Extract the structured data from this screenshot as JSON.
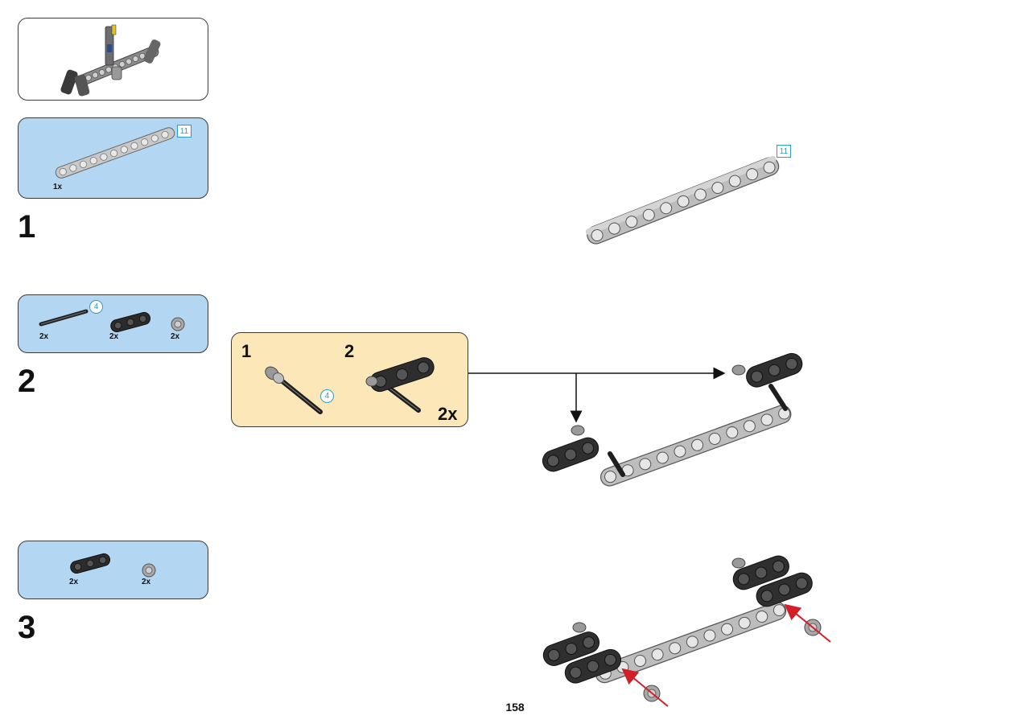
{
  "page_number": "158",
  "overview": {
    "icon": "assembled-model-preview"
  },
  "steps": [
    {
      "number": "1",
      "parts": [
        {
          "name": "beam-11",
          "qty": "1x",
          "length_label": "11"
        }
      ],
      "model_length_label": "11"
    },
    {
      "number": "2",
      "parts": [
        {
          "name": "axle-4",
          "qty": "2x",
          "length_label": "4"
        },
        {
          "name": "beam-3-black",
          "qty": "2x"
        },
        {
          "name": "bush-gray",
          "qty": "2x"
        }
      ],
      "subassembly": {
        "step1_label": "1",
        "step2_label": "2",
        "axle_length_label": "4",
        "multiplier": "2x"
      }
    },
    {
      "number": "3",
      "parts": [
        {
          "name": "beam-3-black",
          "qty": "2x"
        },
        {
          "name": "bush-gray",
          "qty": "2x"
        }
      ]
    }
  ],
  "colors": {
    "parts_panel": "#b3d7f2",
    "subassembly_panel": "#fbe7b8",
    "length_marker": "#2a9fc4",
    "insert_arrow": "#d31f26"
  }
}
